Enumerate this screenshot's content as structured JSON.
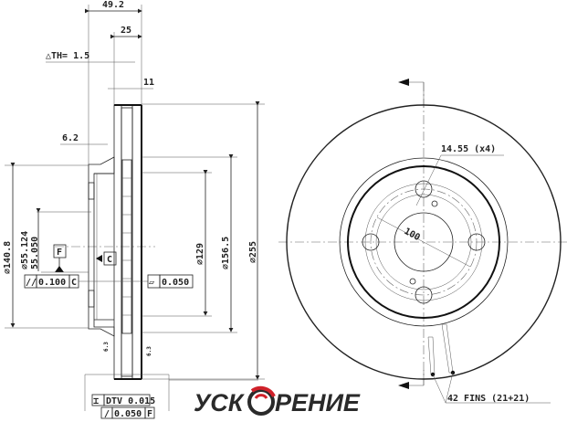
{
  "dimensions": {
    "overall_width": "49.2",
    "disc_thickness": "25",
    "thickness_variation": "△TH= 1.5",
    "vent_width": "11",
    "hat_thickness": "6.2",
    "dia_hat": "∅140.8",
    "dia_bore_max": "∅55.124",
    "dia_bore_min": "55.050",
    "dia_inner": "∅129",
    "dia_braking": "∅156.5",
    "dia_outer": "∅255",
    "bolt_hole": "14.55 (x4)",
    "pcd": "100",
    "fins": "42 FINS (21+21)"
  },
  "datums": {
    "f": "F",
    "c": "C"
  },
  "tolerances": {
    "parallelism_symbol": "//",
    "parallelism_value": "0.100",
    "parallelism_datum": "C",
    "flatness_symbol": "▱",
    "flatness_value": "0.050",
    "dtv_symbol": "⌶",
    "dtv_value": "DTV 0.015",
    "runout_symbol": "/",
    "runout_value": "0.050",
    "runout_datum": "F"
  },
  "surface_finish": [
    "6.3",
    "6.3"
  ],
  "logo": {
    "left": "УСК",
    "right": "РЕНИЕ",
    "accent": "#d0212a"
  }
}
